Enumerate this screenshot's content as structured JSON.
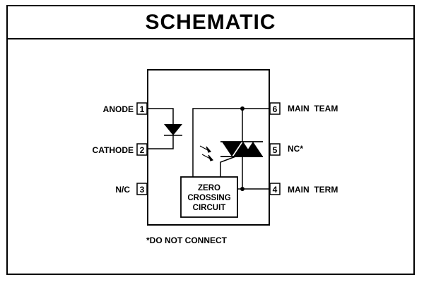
{
  "diagram": {
    "title": "SCHEMATIC",
    "pins_left": [
      {
        "number": "1",
        "label": "ANODE"
      },
      {
        "number": "2",
        "label": "CATHODE"
      },
      {
        "number": "3",
        "label": "N/C"
      }
    ],
    "pins_right": [
      {
        "number": "6",
        "label": "MAIN  TEAM"
      },
      {
        "number": "5",
        "label": "NC*"
      },
      {
        "number": "4",
        "label": "MAIN  TERM"
      }
    ],
    "zero_crossing_box": {
      "line1": "ZERO",
      "line2": "CROSSING",
      "line3": "CIRCUIT"
    },
    "footnote": "*DO NOT CONNECT",
    "icons": [
      "led-diode-icon",
      "light-emission-arrows-icon",
      "triac-icon"
    ]
  }
}
